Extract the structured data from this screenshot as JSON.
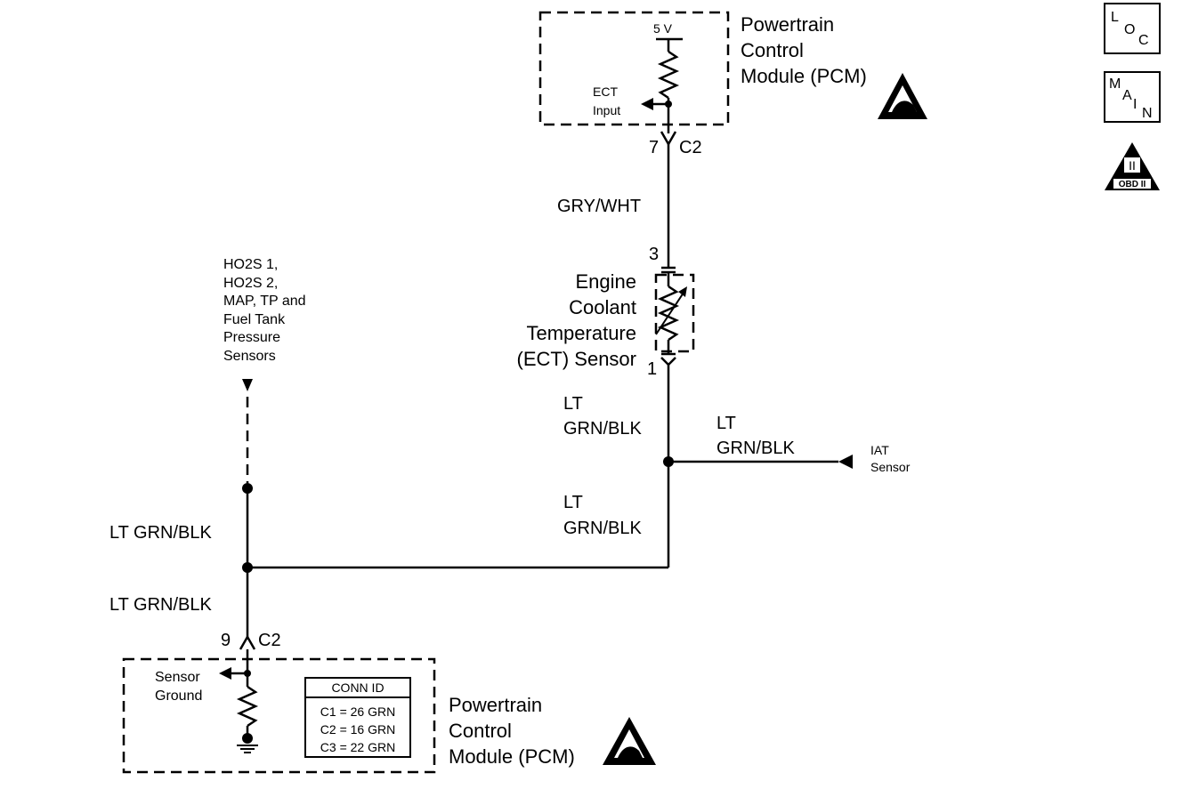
{
  "pcm_top": {
    "label_lines": [
      "Powertrain",
      "Control",
      "Module (PCM)"
    ],
    "supply_label": "5 V",
    "input_label_lines": [
      "ECT",
      "Input"
    ],
    "connector_pin": "7",
    "connector_id": "C2"
  },
  "wire_pcm_to_ect": {
    "color": "GRY/WHT"
  },
  "ect_sensor": {
    "label_lines": [
      "Engine",
      "Coolant",
      "Temperature",
      "(ECT) Sensor"
    ],
    "pin_top": "3",
    "pin_bottom": "1"
  },
  "wire_ect_down": {
    "color_lines": [
      "LT",
      "GRN/BLK"
    ]
  },
  "wire_iat": {
    "color_lines": [
      "LT",
      "GRN/BLK"
    ],
    "destination_lines": [
      "IAT",
      "Sensor"
    ]
  },
  "wire_lower_right": {
    "color_lines": [
      "LT",
      "GRN/BLK"
    ]
  },
  "other_sensors": {
    "label_lines": [
      "HO2S 1,",
      "HO2S 2,",
      "MAP, TP and",
      "Fuel Tank",
      "Pressure",
      "Sensors"
    ]
  },
  "wire_left_upper": {
    "color": "LT GRN/BLK"
  },
  "wire_left_lower": {
    "color": "LT GRN/BLK"
  },
  "pcm_bottom": {
    "connector_pin": "9",
    "connector_id": "C2",
    "ground_label_lines": [
      "Sensor",
      "Ground"
    ],
    "label_lines": [
      "Powertrain",
      "Control",
      "Module (PCM)"
    ],
    "conn_table": {
      "header": "CONN ID",
      "rows": [
        "C1 = 26 GRN",
        "C2 = 16 GRN",
        "C3 = 22 GRN"
      ]
    }
  },
  "side_icons": {
    "loc_letters": [
      "L",
      "O",
      "C"
    ],
    "main_letters": [
      "M",
      "A",
      "I",
      "N"
    ],
    "obd_numeral": "II",
    "obd_label": "OBD II"
  }
}
